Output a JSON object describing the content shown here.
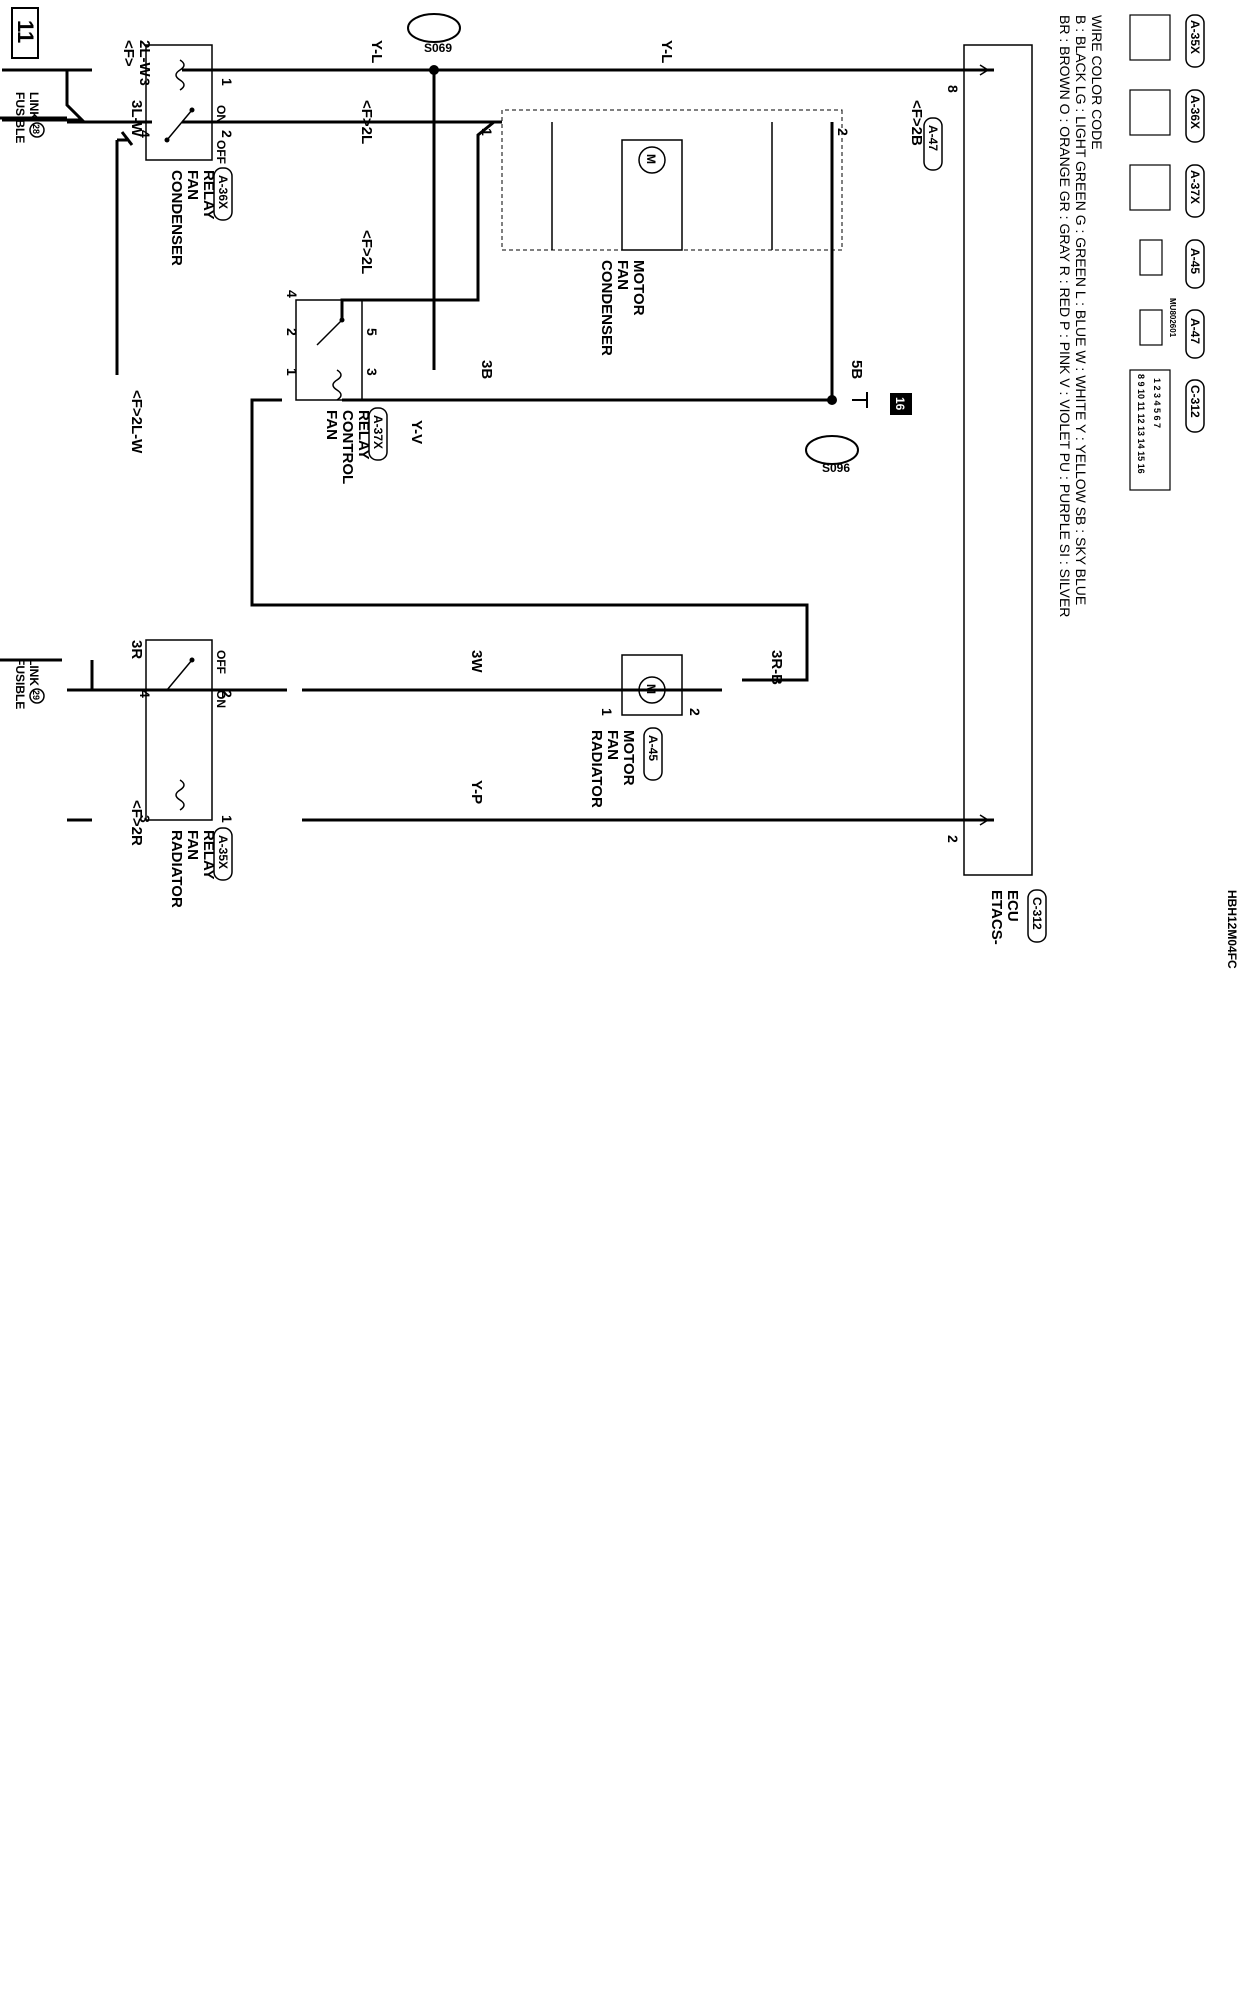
{
  "diagram": {
    "page_number": "11",
    "code": "HBH12M04FC",
    "fusible_28": {
      "line1": "FUSIBLE",
      "line2": "LINK",
      "num": "28"
    },
    "fusible_29": {
      "line1": "FUSIBLE",
      "line2": "LINK",
      "num": "29"
    },
    "splices": {
      "s069": "S069",
      "s096": "S096"
    },
    "ground": {
      "num": "16"
    },
    "wires": {
      "f_2lw_top1": "<F>",
      "f_2lw_top2": "2L-W",
      "w_3lw": "3L-W",
      "f_2l_a": "<F>2L",
      "f_2l_b": "<F>2L",
      "f_2lw_b": "<F>2L-W",
      "yl_a": "Y-L",
      "yl_b": "Y-L",
      "f_2b": "<F>2B",
      "w_3b": "3B",
      "w_5b": "5B",
      "yv": "Y-V",
      "w_3r": "3R",
      "f_2r": "<F>2R",
      "w_3w": "3W",
      "w_3rb": "3R-B",
      "yp": "Y-P"
    },
    "components": {
      "cond_relay": {
        "l1": "CONDENSER",
        "l2": "FAN",
        "l3": "RELAY",
        "conn": "A-36X",
        "on": "ON",
        "off": "OFF"
      },
      "fan_ctrl_relay": {
        "l1": "FAN",
        "l2": "CONTROL",
        "l3": "RELAY",
        "conn": "A-37X"
      },
      "rad_relay": {
        "l1": "RADIATOR",
        "l2": "FAN",
        "l3": "RELAY",
        "conn": "A-35X",
        "on": "ON",
        "off": "OFF"
      },
      "cond_motor": {
        "l1": "CONDENSER",
        "l2": "FAN",
        "l3": "MOTOR",
        "conn": "A-47"
      },
      "rad_motor": {
        "l1": "RADIATOR",
        "l2": "FAN",
        "l3": "MOTOR",
        "conn": "A-45"
      },
      "etacs": {
        "l1": "ETACS-",
        "l2": "ECU",
        "conn": "C-312"
      }
    },
    "pins": {
      "p1": "1",
      "p2": "2",
      "p3": "3",
      "p4": "4",
      "p5": "5",
      "p8": "8"
    },
    "connector_legend": {
      "a35x": "A-35X",
      "a36x": "A-36X",
      "a37x": "A-37X",
      "a45": "A-45",
      "a47": "A-47",
      "c312": "C-312",
      "a47_part": "MU802601",
      "c312_row1": "1 2 3 4 5 6 7",
      "c312_row2": "8 9 10 11 12 13 14 15 16"
    },
    "wire_color_code": {
      "title": "WIRE COLOR CODE",
      "row1": "B : BLACK   LG : LIGHT GREEN   G : GREEN   L : BLUE   W : WHITE   Y : YELLOW   SB : SKY BLUE",
      "row2": "BR : BROWN   O : ORANGE   GR : GRAY   R : RED   P : PINK   V : VIOLET   PU : PURPLE   SI : SILVER"
    }
  }
}
